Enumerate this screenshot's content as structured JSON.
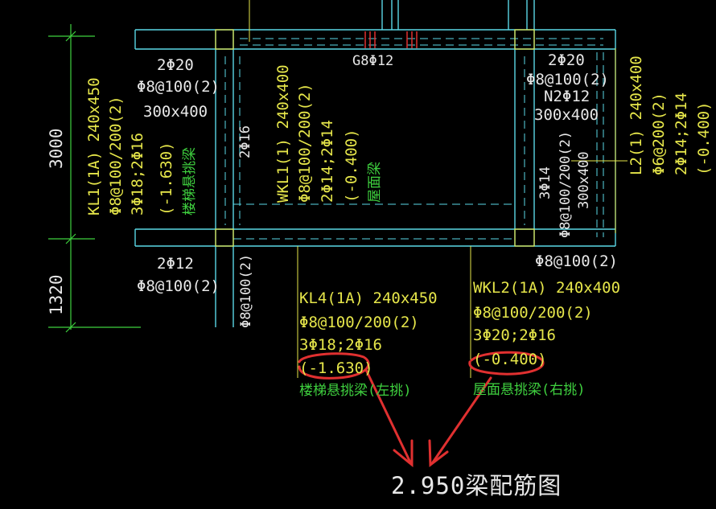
{
  "colors": {
    "background": "#000000",
    "wall_cyan": "#5ad7e6",
    "text_white": "#e8e8e8",
    "text_yellow": "#e6e64a",
    "text_green": "#3fd13f",
    "dim_green": "#3fd13f",
    "annotation_red": "#e03030"
  },
  "dimensions": {
    "d1": "3000",
    "d2": "1320"
  },
  "labels": {
    "top_left_bar": "2Φ20",
    "top_left_stirrup": "Φ8@100(2)",
    "top_left_section": "300x400",
    "top_mid": "G8Φ12",
    "top_right_bar": "2Φ20",
    "top_right_stirrup": "Φ8@100(2)",
    "top_right_n": "N2Φ12",
    "top_right_section": "300x400",
    "left_v1": "KL1(1A) 240x450",
    "left_v2": "Φ8@100/200(2)",
    "left_v3": "3Φ18;2Φ16",
    "left_v4": "(-1.630)",
    "left_v5": "楼梯悬挑梁",
    "left_col_bar": "2Φ16",
    "mid_v1": "WKL1(1) 240x400",
    "mid_v2": "Φ8@100/200(2)",
    "mid_v3": "2Φ14;2Φ14",
    "mid_v4": "(-0.400)",
    "mid_v5": "屋面梁",
    "right_in1": "3Φ14",
    "right_in2": "Φ8@100/200(2)",
    "right_in3": "300x400",
    "right_v1": "L2(1) 240x400",
    "right_v2": "Φ6@200(2)",
    "right_v3": "2Φ14;2Φ14",
    "right_v4": "(-0.400)",
    "bottom_left_bar": "2Φ12",
    "bottom_left_stirrup": "Φ8@100(2)",
    "bottom_col_stirrup": "Φ8@100(2)",
    "bottom_right_stirrup": "Φ8@100(2)",
    "kl4_1": "KL4(1A) 240x450",
    "kl4_2": "Φ8@100/200(2)",
    "kl4_3": "3Φ18;2Φ16",
    "kl4_4": "(-1.630)",
    "kl4_5": "楼梯悬挑梁(左挑)",
    "wkl2_1": "WKL2(1A) 240x400",
    "wkl2_2": "Φ8@100/200(2)",
    "wkl2_3": "3Φ20;2Φ16",
    "wkl2_4": "(-0.400)",
    "wkl2_5": "屋面悬挑梁(右挑)"
  },
  "title": "2.950梁配筋图"
}
